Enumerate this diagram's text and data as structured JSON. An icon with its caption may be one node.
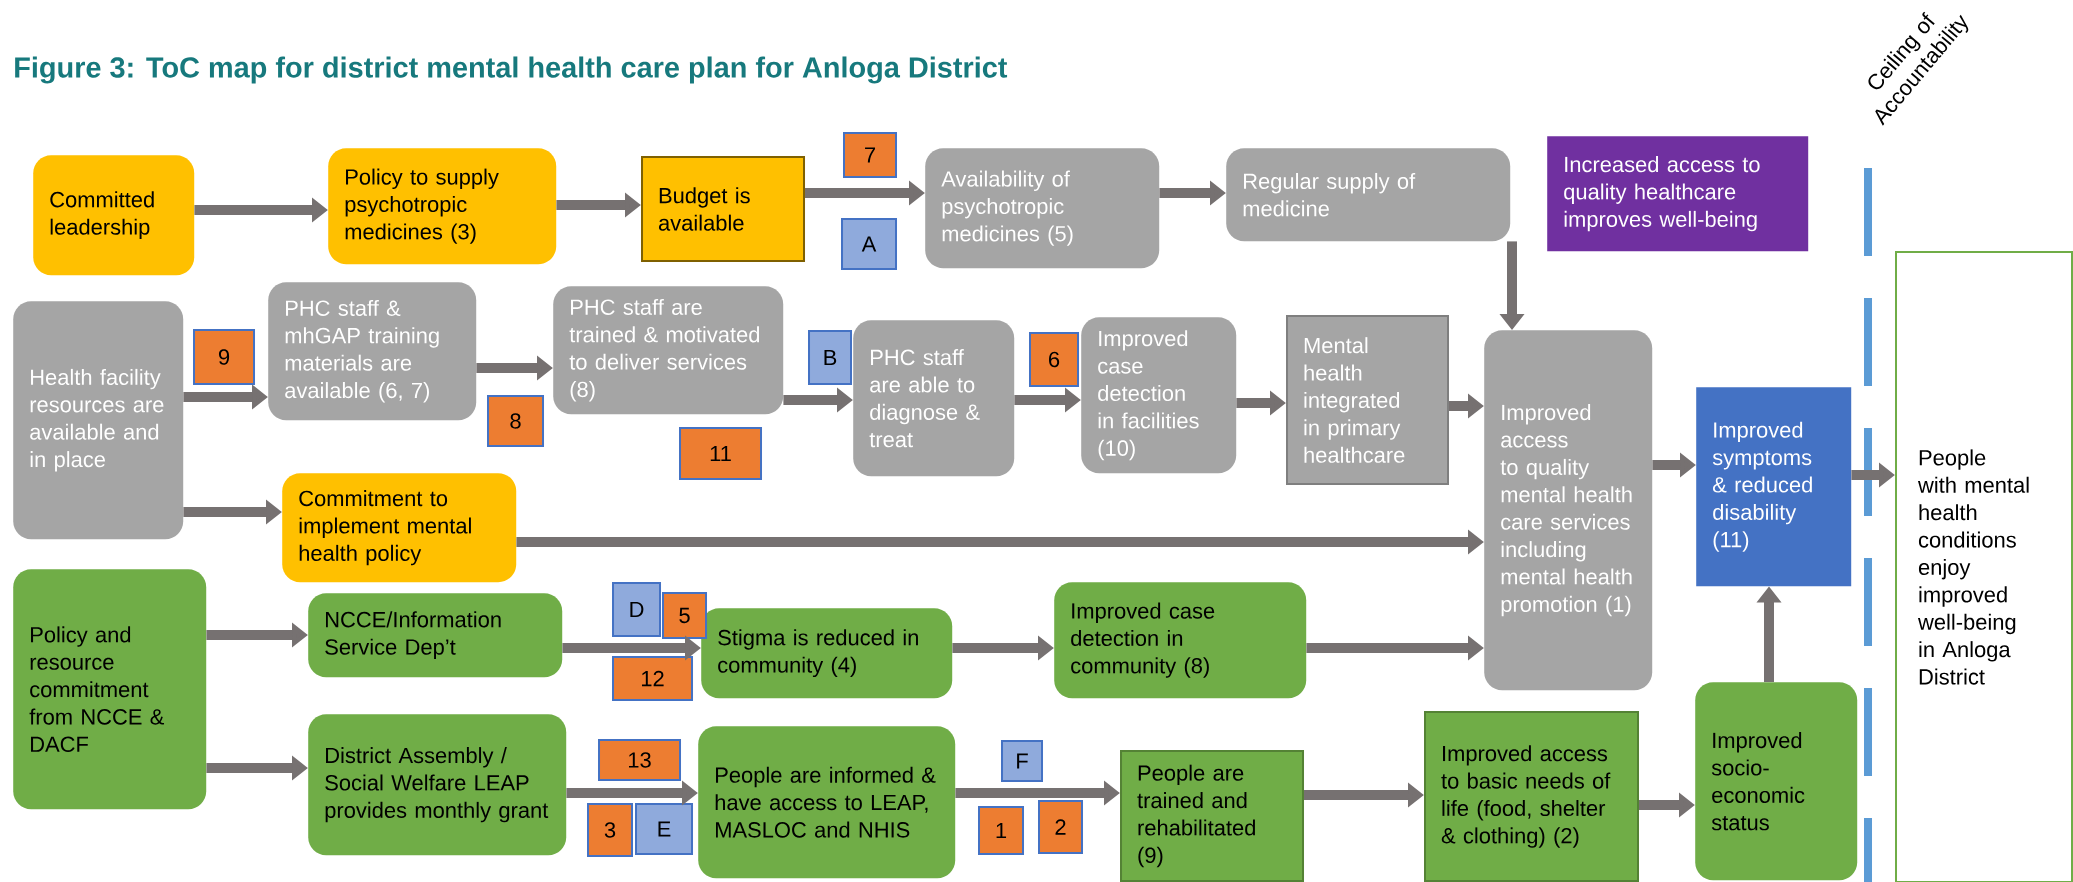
{
  "diagram": {
    "title": "Figure 3: ToC map for district mental health care plan for Anloga District",
    "nodes": [
      {
        "text": [
          "Committed leadership"
        ]
      },
      {
        "text": [
          "Policy to supply psychotropic medicines (3)"
        ]
      },
      {
        "text": [
          "Budget is available"
        ]
      },
      {
        "text": [
          "Availability of psychotropic medicines (5)"
        ]
      },
      {
        "text": [
          "Regular supply of medicine"
        ]
      },
      {
        "text": [
          "Increased access to quality healthcare improves well-being"
        ]
      },
      {
        "text": [
          "Health facility resources are available and in place"
        ]
      },
      {
        "text": [
          "PHC staff & mhGAP training materials are available (6, 7)"
        ]
      },
      {
        "text": [
          "PHC staff are trained & motivated to deliver services (8)"
        ]
      },
      {
        "text": [
          "PHC staff are able to diagnose & treat"
        ]
      },
      {
        "text": [
          "Improved case detection in facilities (10)"
        ]
      },
      {
        "text": [
          "Mental health integrated in primary healthcare"
        ]
      },
      {
        "text": [
          "Improved access to quality mental health care services including mental health promotion (1)"
        ]
      },
      {
        "text": [
          "Improved symptoms & reduced disability (11)"
        ]
      },
      {
        "text": [
          "Commitment to implement mental health policy"
        ]
      },
      {
        "text": [
          "Policy and resource commitment from NCCE & DACF"
        ]
      },
      {
        "text": [
          "NCCE/Information Service Dep’t"
        ]
      },
      {
        "text": [
          "Stigma is reduced in community (4)"
        ]
      },
      {
        "text": [
          "Improved case detection in community (8)"
        ]
      },
      {
        "text": [
          "District Assembly / Social Welfare LEAP provides monthly grant"
        ]
      },
      {
        "text": [
          "People are informed & have access to LEAP, MASLOC and NHIS"
        ]
      },
      {
        "text": [
          "People are trained and rehabilitated (9)"
        ]
      },
      {
        "text": [
          "Improved access to basic needs of life (food, shelter & clothing) (2)"
        ]
      },
      {
        "text": [
          "Improved socio-economic status"
        ]
      },
      {
        "text": [
          "People with mental health conditions enjoy improved well-being in Anloga District"
        ]
      },
      {
        "text": [
          "7"
        ]
      },
      {
        "text": [
          "A"
        ]
      },
      {
        "text": [
          "9"
        ]
      },
      {
        "text": [
          "8"
        ]
      },
      {
        "text": [
          "B"
        ]
      },
      {
        "text": [
          "11"
        ]
      },
      {
        "text": [
          "6"
        ]
      },
      {
        "text": [
          "D"
        ]
      },
      {
        "text": [
          "5"
        ]
      },
      {
        "text": [
          "12"
        ]
      },
      {
        "text": [
          "13"
        ]
      },
      {
        "text": [
          "3"
        ]
      },
      {
        "text": [
          "E"
        ]
      },
      {
        "text": [
          "F"
        ]
      },
      {
        "text": [
          "1"
        ]
      },
      {
        "text": [
          "2"
        ]
      }
    ],
    "edges": [
      {
        "from": 0,
        "to": 1,
        "arrow": "to"
      },
      {
        "from": 1,
        "to": 2,
        "arrow": "to"
      },
      {
        "from": 2,
        "to": 3,
        "arrow": "to"
      },
      {
        "from": 3,
        "to": 4,
        "arrow": "to"
      },
      {
        "from": 4,
        "to": 12,
        "arrow": "to"
      },
      {
        "from": 6,
        "to": 7,
        "arrow": "to"
      },
      {
        "from": 7,
        "to": 8,
        "arrow": "to"
      },
      {
        "from": 8,
        "to": 9,
        "arrow": "to"
      },
      {
        "from": 9,
        "to": 10,
        "arrow": "to"
      },
      {
        "from": 10,
        "to": 11,
        "arrow": "to"
      },
      {
        "from": 11,
        "to": 12,
        "arrow": "to"
      },
      {
        "from": 6,
        "to": 14,
        "arrow": "to"
      },
      {
        "from": 14,
        "to": 12,
        "arrow": "to"
      },
      {
        "from": 12,
        "to": 13,
        "arrow": "to"
      },
      {
        "from": 13,
        "to": 24,
        "arrow": "to"
      },
      {
        "from": 15,
        "to": 16,
        "arrow": "to"
      },
      {
        "from": 15,
        "to": 19,
        "arrow": "to"
      },
      {
        "from": 16,
        "to": 17,
        "arrow": "to"
      },
      {
        "from": 17,
        "to": 18,
        "arrow": "to"
      },
      {
        "from": 18,
        "to": 12,
        "arrow": "to"
      },
      {
        "from": 19,
        "to": 20,
        "arrow": "to"
      },
      {
        "from": 20,
        "to": 21,
        "arrow": "to"
      },
      {
        "from": 21,
        "to": 22,
        "arrow": "to"
      },
      {
        "from": 22,
        "to": 23,
        "arrow": "to"
      },
      {
        "from": 23,
        "to": 13,
        "arrow": "to"
      }
    ],
    "labels": [
      "Ceiling of Accountability"
    ]
  }
}
